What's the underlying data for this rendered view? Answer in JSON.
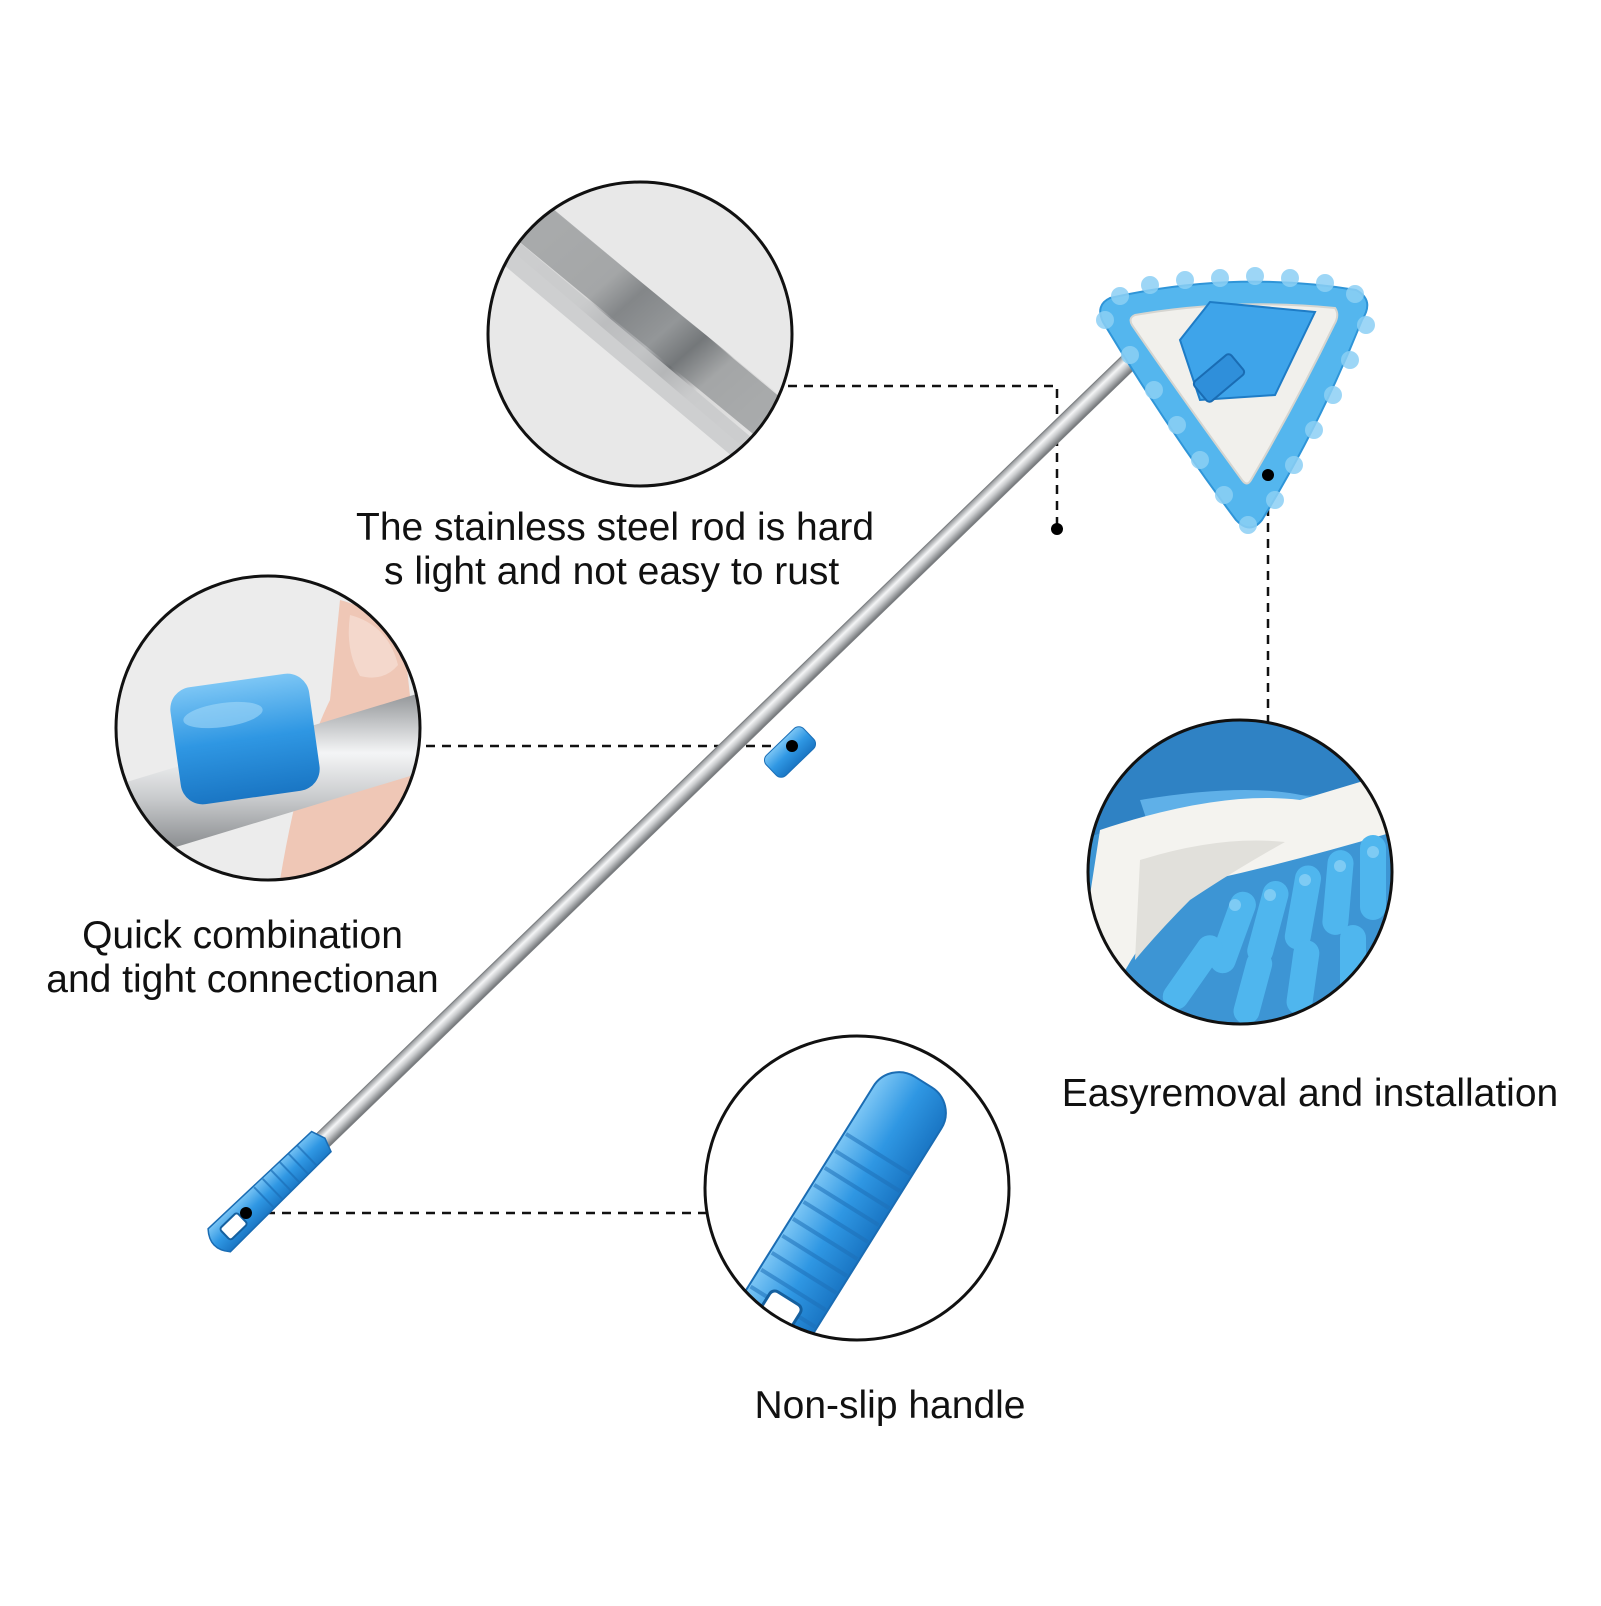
{
  "callouts": {
    "rod": {
      "line1": "The stainless steel rod is hard",
      "line2": "s light and not easy to rust",
      "detail": "steel-rod-closeup"
    },
    "connector": {
      "line1": "Quick combination",
      "line2": "and tight connectionan",
      "detail": "connector-closeup"
    },
    "removal": {
      "line1": "Easyremoval and installation",
      "detail": "mop-head-closeup"
    },
    "handle": {
      "line1": "Non-slip handle",
      "detail": "handle-closeup"
    }
  },
  "colors": {
    "accent_blue": "#3aa2e8",
    "steel": "#b8bbbd",
    "chenille": "#54b6ee",
    "pad_white": "#f1f0ec",
    "line": "#111111"
  },
  "product": {
    "name": "triangle-mop-with-telescopic-steel-rod"
  }
}
